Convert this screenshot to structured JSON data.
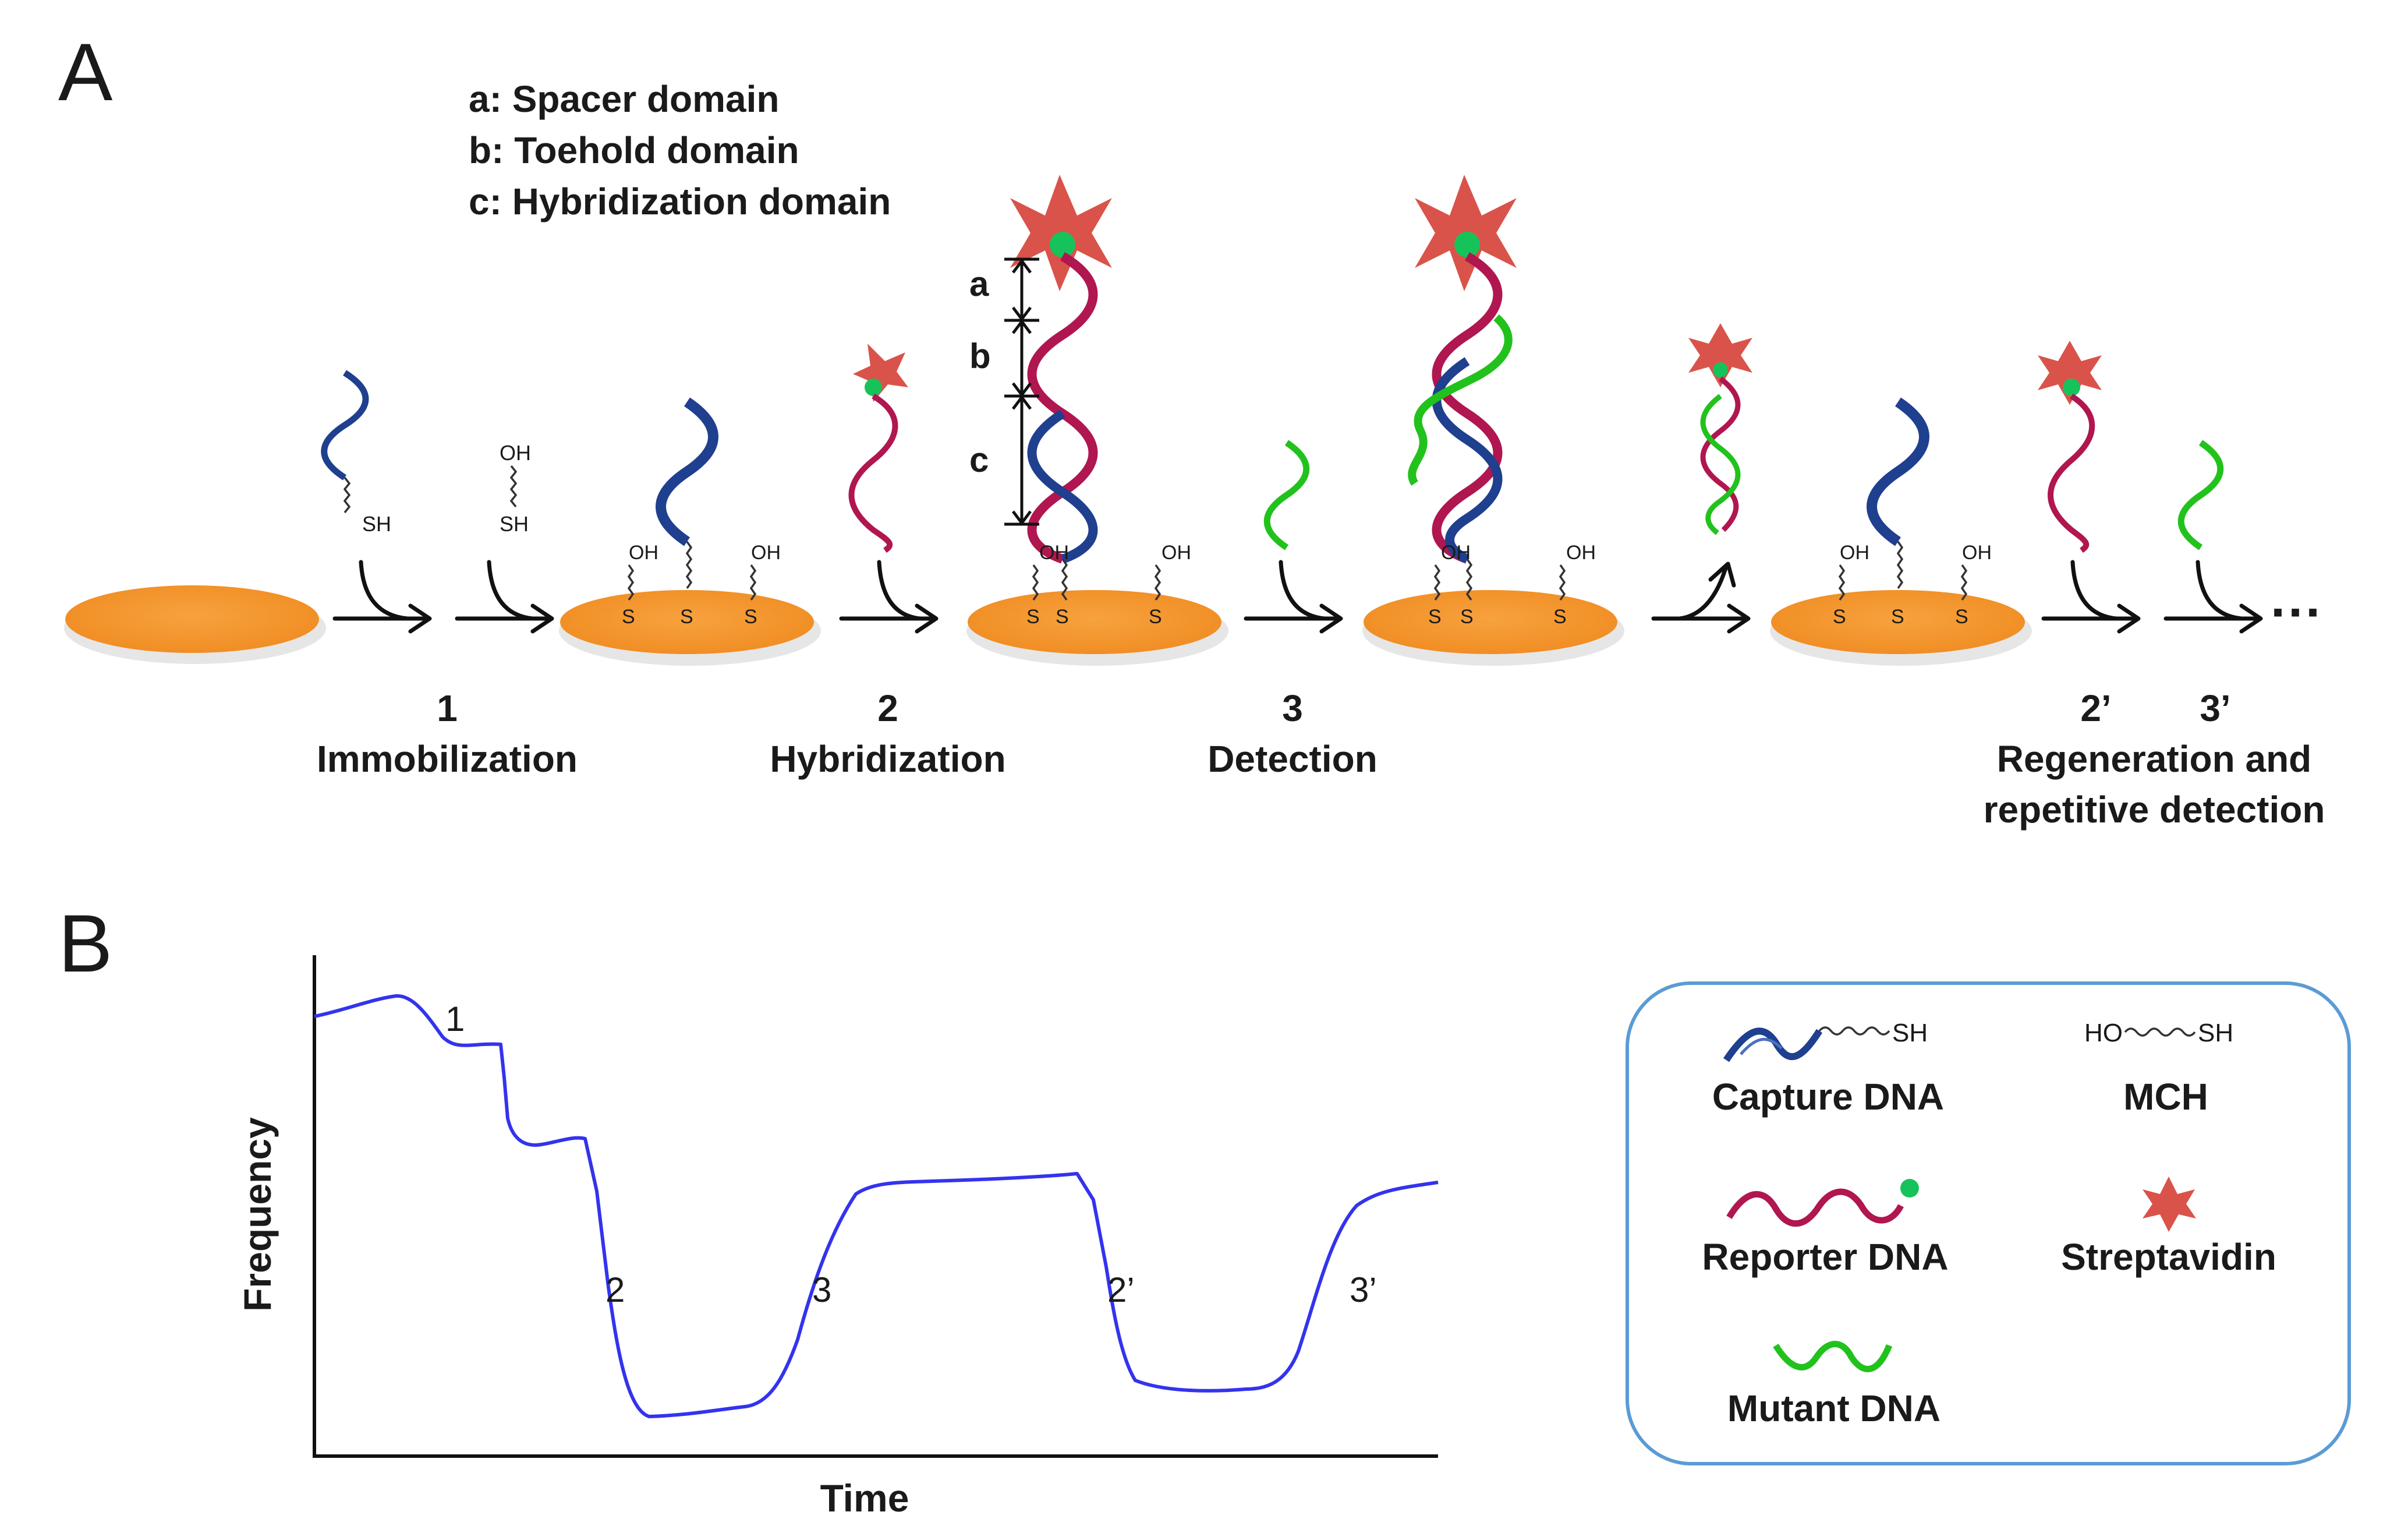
{
  "panels": {
    "a": "A",
    "b": "B"
  },
  "domains": [
    "a: Spacer domain",
    "b: Toehold domain",
    "c: Hybridization domain"
  ],
  "dimension_letters": {
    "a": "a",
    "b": "b",
    "c": "c"
  },
  "chem": {
    "oh": "OH",
    "sh": "SH",
    "s": "S",
    "ho": "HO"
  },
  "steps": {
    "s1_num": "1",
    "s1_name": "Immobilization",
    "s2_num": "2",
    "s2_name": "Hybridization",
    "s3_num": "3",
    "s3_name": "Detection",
    "s2p_num": "2’",
    "s3p_num": "3’",
    "regen_line1": "Regeneration and",
    "regen_line2": "repetitive detection",
    "ellipsis": "···"
  },
  "graph": {
    "ylabel": "Frequency",
    "xlabel": "Time",
    "markers": [
      "1",
      "2",
      "3",
      "2’",
      "3’"
    ]
  },
  "legend": {
    "capture": "Capture DNA",
    "mch": "MCH",
    "reporter": "Reporter DNA",
    "streptavidin": "Streptavidin",
    "mutant": "Mutant DNA"
  },
  "colors": {
    "capture": "#1f3f8f",
    "reporter": "#b0164f",
    "mutant": "#22c21c",
    "streptavidin": "#d9534a",
    "biotin": "#16c35a",
    "gold": "#f7a23e",
    "curve": "#3333ee",
    "legend_border": "#5b9bd5"
  }
}
